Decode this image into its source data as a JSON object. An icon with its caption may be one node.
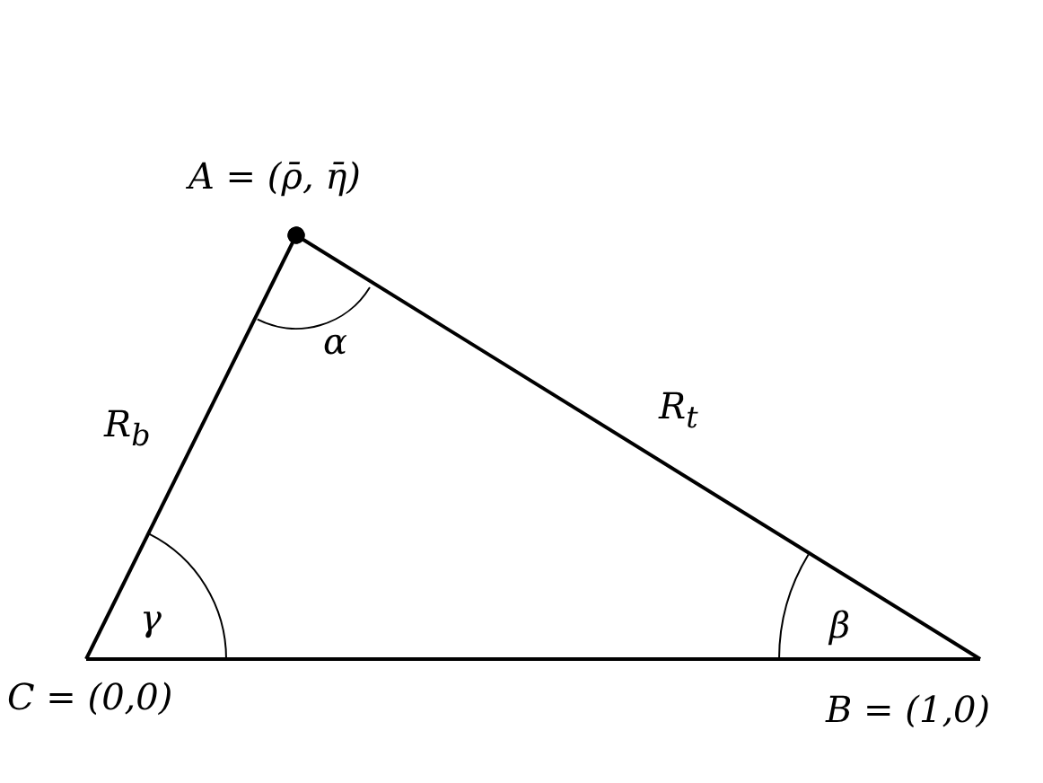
{
  "diagram": {
    "nodes": [
      {
        "text": [
          "A = (ρ̄, η̄)"
        ]
      },
      {
        "text": [
          "C = (0,0)"
        ]
      },
      {
        "text": [
          "B = (1,0)"
        ]
      }
    ],
    "edges": [
      {
        "from": 0,
        "to": 1,
        "arrow": "other",
        "label": "R$_{b}$"
      },
      {
        "from": 0,
        "to": 2,
        "arrow": "other",
        "label": "R$_{t}$"
      },
      {
        "from": 1,
        "to": 2,
        "arrow": "none"
      }
    ],
    "labels": [
      "α",
      "γ",
      "β"
    ]
  }
}
